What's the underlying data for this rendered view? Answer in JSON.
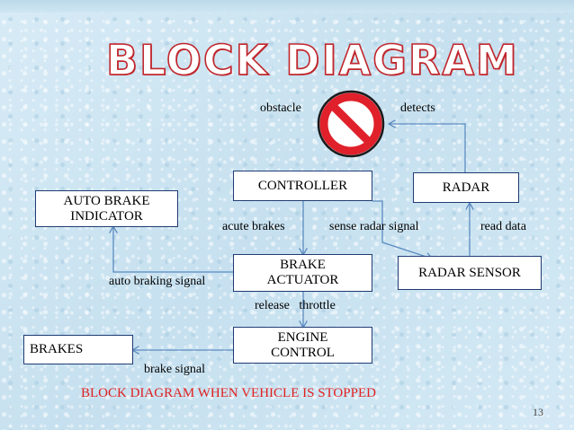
{
  "title": "BLOCK DIAGRAM",
  "blocks": {
    "controller": "CONTROLLER",
    "radar": "RADAR",
    "auto_brake_indicator": "AUTO BRAKE INDICATOR",
    "brake_actuator": "BRAKE ACTUATOR",
    "radar_sensor": "RADAR SENSOR",
    "engine_control": "ENGINE CONTROL",
    "brakes": "BRAKES"
  },
  "labels": {
    "obstacle": "obstacle",
    "detects": "detects",
    "acute_brakes": "acute brakes",
    "sense_radar_signal": "sense radar signal",
    "read_data": "read data",
    "auto_braking_signal": "auto braking signal",
    "release_throttle": "release   throttle",
    "brake_signal": "brake signal"
  },
  "icon": "no-entry-sign-icon",
  "caption": "BLOCK DIAGRAM WHEN VEHICLE IS STOPPED",
  "page_number": "13",
  "colors": {
    "title_outline": "#c0272d",
    "caption": "#e02020",
    "box_border": "#1f3b73",
    "connector": "#5b8bc0",
    "no_sign": "#e0202a"
  }
}
